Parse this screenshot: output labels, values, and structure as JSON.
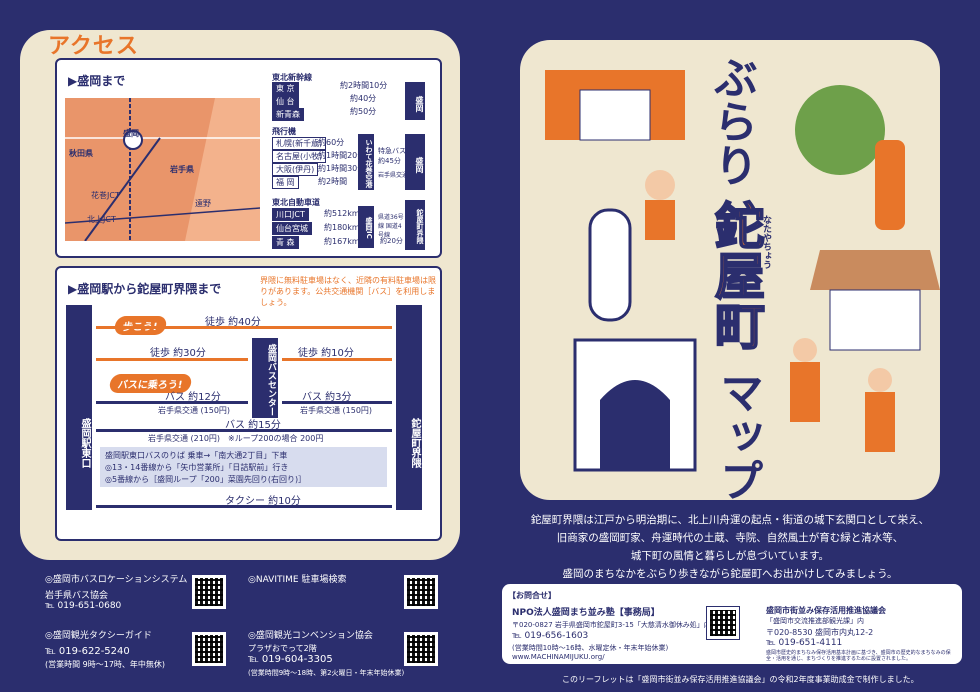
{
  "access": {
    "title": "アクセス",
    "to_morioka": "▶盛岡まで",
    "shinkansen": "東北新幹線",
    "rows_shinkansen": [
      {
        "from": "東 京",
        "time": "約2時間10分"
      },
      {
        "from": "仙 台",
        "time": "約40分"
      },
      {
        "from": "新青森",
        "time": "約50分"
      }
    ],
    "dest_morioka": "盛岡",
    "airplane": "飛行機",
    "rows_air": [
      {
        "from": "札幌(新千歳)",
        "time": "約60分"
      },
      {
        "from": "名古屋(小牧)",
        "time": "約1時間20分"
      },
      {
        "from": "大阪(伊丹)",
        "time": "約1時間30分"
      },
      {
        "from": "福 岡",
        "time": "約2時間"
      }
    ],
    "airport": "いわて花巻空港",
    "airport_bus": "特急バス 約45分",
    "airport_bus2": "岩手県交通",
    "expressway": "東北自動車道",
    "rows_exp": [
      {
        "from": "川口JCT",
        "time": "約512km"
      },
      {
        "from": "仙台宮城",
        "time": "約180km"
      },
      {
        "from": "青 森",
        "time": "約167km"
      }
    ],
    "exp_ic": "盛岡IC",
    "exp_route": "県道36号線 国道4号線",
    "exp_time": "約20分",
    "exp_dest": "鉈屋町界隈",
    "map_labels": {
      "morioka": "盛岡",
      "akita": "秋田県",
      "iwate": "岩手県",
      "hanawa": "花巻JCT",
      "kitakami": "北上JCT",
      "tono": "遠野"
    },
    "from_station": "▶盛岡駅から鉈屋町界隈まで",
    "parking_note": "界隈に無料駐車場はなく、近隣の有料駐車場は限りがあります。公共交通機関［バス］を利用しましょう。",
    "station": "盛岡駅東口",
    "bus_center": "盛岡バスセンター",
    "destination": "鉈屋町界隈",
    "walk_label": "歩こう!",
    "bus_label": "バスに乗ろう!",
    "walk1": "徒歩 約40分",
    "walk2": "徒歩 約30分",
    "walk3": "徒歩 約10分",
    "bus1": "バス 約12分",
    "bus1_op": "岩手県交通 (150円)",
    "bus2": "バス 約3分",
    "bus2_op": "岩手県交通 (150円)",
    "bus3": "バス 約15分",
    "bus3_op": "岩手県交通 (210円)　※ループ200の場合 200円",
    "note1": "盛岡駅東口バスのりば 乗車→「南大通2丁目」下車",
    "note2": "◎13・14番線から「矢巾営業所」「日詰駅前」行き",
    "note3": "◎5番線から［盛岡ループ「200」菜園先回り(右回り)］",
    "taxi": "タクシー 約10分"
  },
  "hero": {
    "title1": "ぶらり",
    "title2": "鉈屋町",
    "title3": "マップ",
    "ruby": "なたやちょう"
  },
  "intro": [
    "鉈屋町界隈は江戸から明治期に、北上川舟運の起点・街道の城下玄関口として栄え、",
    "旧商家の盛岡町家、舟運時代の土蔵、寺院、自然風土が育む緑と清水等、",
    "城下町の風情と暮らしが息づいています。",
    "盛岡のまちなかをぶらり歩きながら鉈屋町へお出かけしてみましょう。"
  ],
  "footer": {
    "bus_loc": "◎盛岡市バスロケーションシステム",
    "bus_assoc": "岩手県バス協会",
    "bus_tel": "℡ 019-651-0680",
    "navitime": "◎NAVITIME 駐車場検索",
    "taxi_guide": "◎盛岡観光タクシーガイド",
    "taxi_tel": "℡ 019-622-5240",
    "taxi_hours": "(営業時間 9時〜17時、年中無休)",
    "convention": "◎盛岡観光コンベンション協会",
    "plaza": "プラザおでって2階",
    "conv_tel": "℡ 019-604-3305",
    "conv_hours": "(営業時間9時〜18時、第2火曜日・年末年始休業)"
  },
  "contact": {
    "heading": "【お問合せ】",
    "npo": "NPO法人盛岡まち並み塾【事務局】",
    "npo_addr": "〒020-0827 岩手県盛岡市鉈屋町3-15「大慈清水御休み処」内",
    "npo_tel": "℡ 019-656-1603",
    "npo_hours": "(営業時間10時〜16時、水曜定休・年末年始休業)",
    "npo_url": "www.MACHINAMIJUKU.org/",
    "council": "盛岡市街並み保存活用推進協議会",
    "council_sub": "「盛岡市交流推進部観光課」内",
    "council_addr": "〒020-8530 盛岡市内丸12-2",
    "council_tel": "℡ 019-651-4111",
    "council_note": "盛岡市歴史的まちなみ保存活用基本計画に基づき、盛岡市の歴史的なまちなみの保全・活用を通じ、まちづくりを推進するために設置されました。",
    "bottom": "このリーフレットは「盛岡市街並み保存活用推進協議会」の令和2年度事業助成金で制作しました。"
  }
}
